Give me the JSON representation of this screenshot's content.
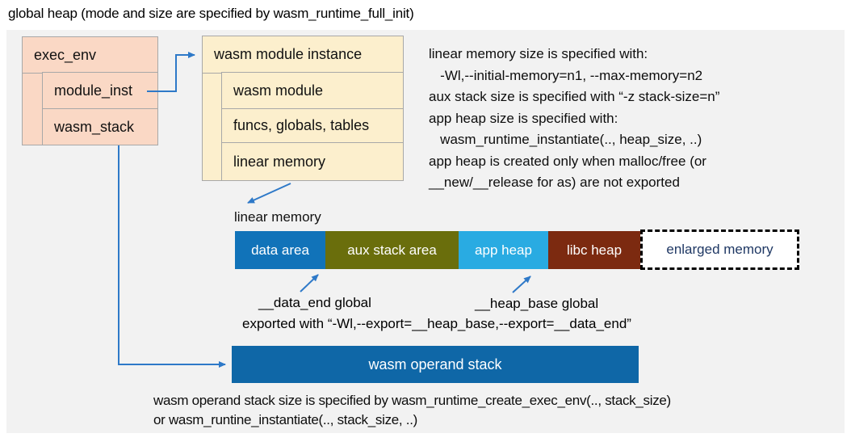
{
  "title": "global heap (mode and size are specified by wasm_runtime_full_init)",
  "exec_env": {
    "header": "exec_env",
    "rows": [
      "module_inst",
      "wasm_stack"
    ]
  },
  "module_instance": {
    "header": "wasm module instance",
    "rows": [
      "wasm module",
      "funcs, globals, tables",
      "linear memory"
    ]
  },
  "notes_right": {
    "lines": [
      "linear memory size is specified with:",
      "   -Wl,--initial-memory=n1, --max-memory=n2",
      "aux stack size is specified with “-z stack-size=n”",
      "app heap size is specified with:",
      "   wasm_runtime_instantiate(.., heap_size, ..)",
      "app heap is created only when malloc/free (or",
      "__new/__release for as) are not exported"
    ]
  },
  "linear_memory": {
    "label": "linear memory",
    "segments": [
      {
        "label": "data area",
        "color": "#1173B9"
      },
      {
        "label": "aux stack area",
        "color": "#6A6E0C"
      },
      {
        "label": "app heap",
        "color": "#29ABE2"
      },
      {
        "label": "libc heap",
        "color": "#7C2A10"
      },
      {
        "label": "enlarged memory",
        "color": "#FFFFFF",
        "text_color": "#1F3864"
      }
    ],
    "annotations": {
      "data_end": "__data_end global",
      "heap_base": "__heap_base global",
      "exported": "exported with “-Wl,--export=__heap_base,--export=__data_end”"
    }
  },
  "operand_stack": {
    "label": "wasm operand stack",
    "notes": [
      "wasm operand stack size is specified by wasm_runtime_create_exec_env(.., stack_size)",
      "or wasm_runtine_instantiate(.., stack_size, ..)"
    ]
  },
  "colors": {
    "panel_gray": "#F2F2F2",
    "box_pink": "#FAD8C5",
    "box_cream": "#FCEFCD",
    "box_border_gray": "#A8A8A8",
    "arrow_blue": "#2E79C8",
    "operand_stack_blue": "#0F67A7",
    "enlarged_text_navy": "#1F3864"
  }
}
